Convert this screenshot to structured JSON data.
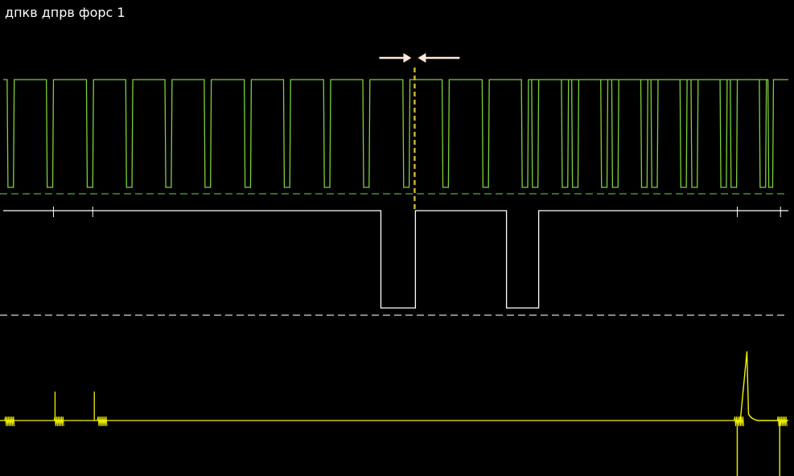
{
  "title": "дпкв дпрв форс 1",
  "colors": {
    "background": "#000000",
    "crank_trace": "#7dd03a",
    "crank_reference": "#4fb02a",
    "cam_trace": "#ffffff",
    "cam_reference": "#d8d8d8",
    "injector_trace": "#f2f200",
    "marker_line": "#c8b429",
    "marker_arrows": "#ffe8dc"
  },
  "chart_data": {
    "type": "line",
    "title": "дпкв дпрв форс 1",
    "xlabel": "",
    "ylabel": "",
    "grid": false,
    "legend": "none",
    "xlim": [
      0,
      100
    ],
    "series": [
      {
        "id": "crank",
        "kind": "square-wave",
        "lane": [
          0,
          1
        ],
        "high": 1,
        "low": 0,
        "pulses_before_gap": 20,
        "pulses_after_gap": 13,
        "teeth": [
          [
            0.5,
            1.3
          ],
          [
            5.5,
            6.3
          ],
          [
            10.6,
            11.4
          ],
          [
            15.6,
            16.4
          ],
          [
            20.6,
            21.4
          ],
          [
            25.6,
            26.4
          ],
          [
            30.7,
            31.5
          ],
          [
            35.7,
            36.5
          ],
          [
            40.8,
            41.6
          ],
          [
            45.8,
            46.6
          ],
          [
            50.9,
            51.7
          ],
          [
            55.9,
            56.7
          ],
          [
            61.0,
            61.8
          ],
          [
            66.0,
            66.8
          ],
          [
            71.1,
            71.9
          ],
          [
            76.1,
            76.9
          ],
          [
            81.2,
            82.0
          ],
          [
            86.2,
            87.0
          ],
          [
            91.3,
            92.1
          ],
          [
            96.3,
            97.1
          ],
          [
            67.3,
            68.1
          ],
          [
            72.4,
            73.2
          ],
          [
            77.5,
            78.3
          ],
          [
            82.5,
            83.3
          ],
          [
            87.6,
            88.4
          ],
          [
            92.6,
            93.4
          ],
          [
            97.4,
            98.0
          ]
        ]
      },
      {
        "id": "cam",
        "kind": "square-wave",
        "baseline": 1,
        "pulses": [
          [
            48.1,
            52.5
          ],
          [
            64.1,
            68.2
          ]
        ],
        "low": 0
      },
      {
        "id": "injector",
        "kind": "line",
        "baseline": 0,
        "spikes": [
          6.6,
          11.6
        ],
        "noise_bursts": [
          0.8,
          7.1,
          12.6,
          93.7,
          99.2
        ],
        "pulse_start": 93.9,
        "pulse_end": 98.9
      }
    ],
    "markers": {
      "vertical_line": 52.4,
      "arrows": "pointing inward at marker"
    }
  }
}
